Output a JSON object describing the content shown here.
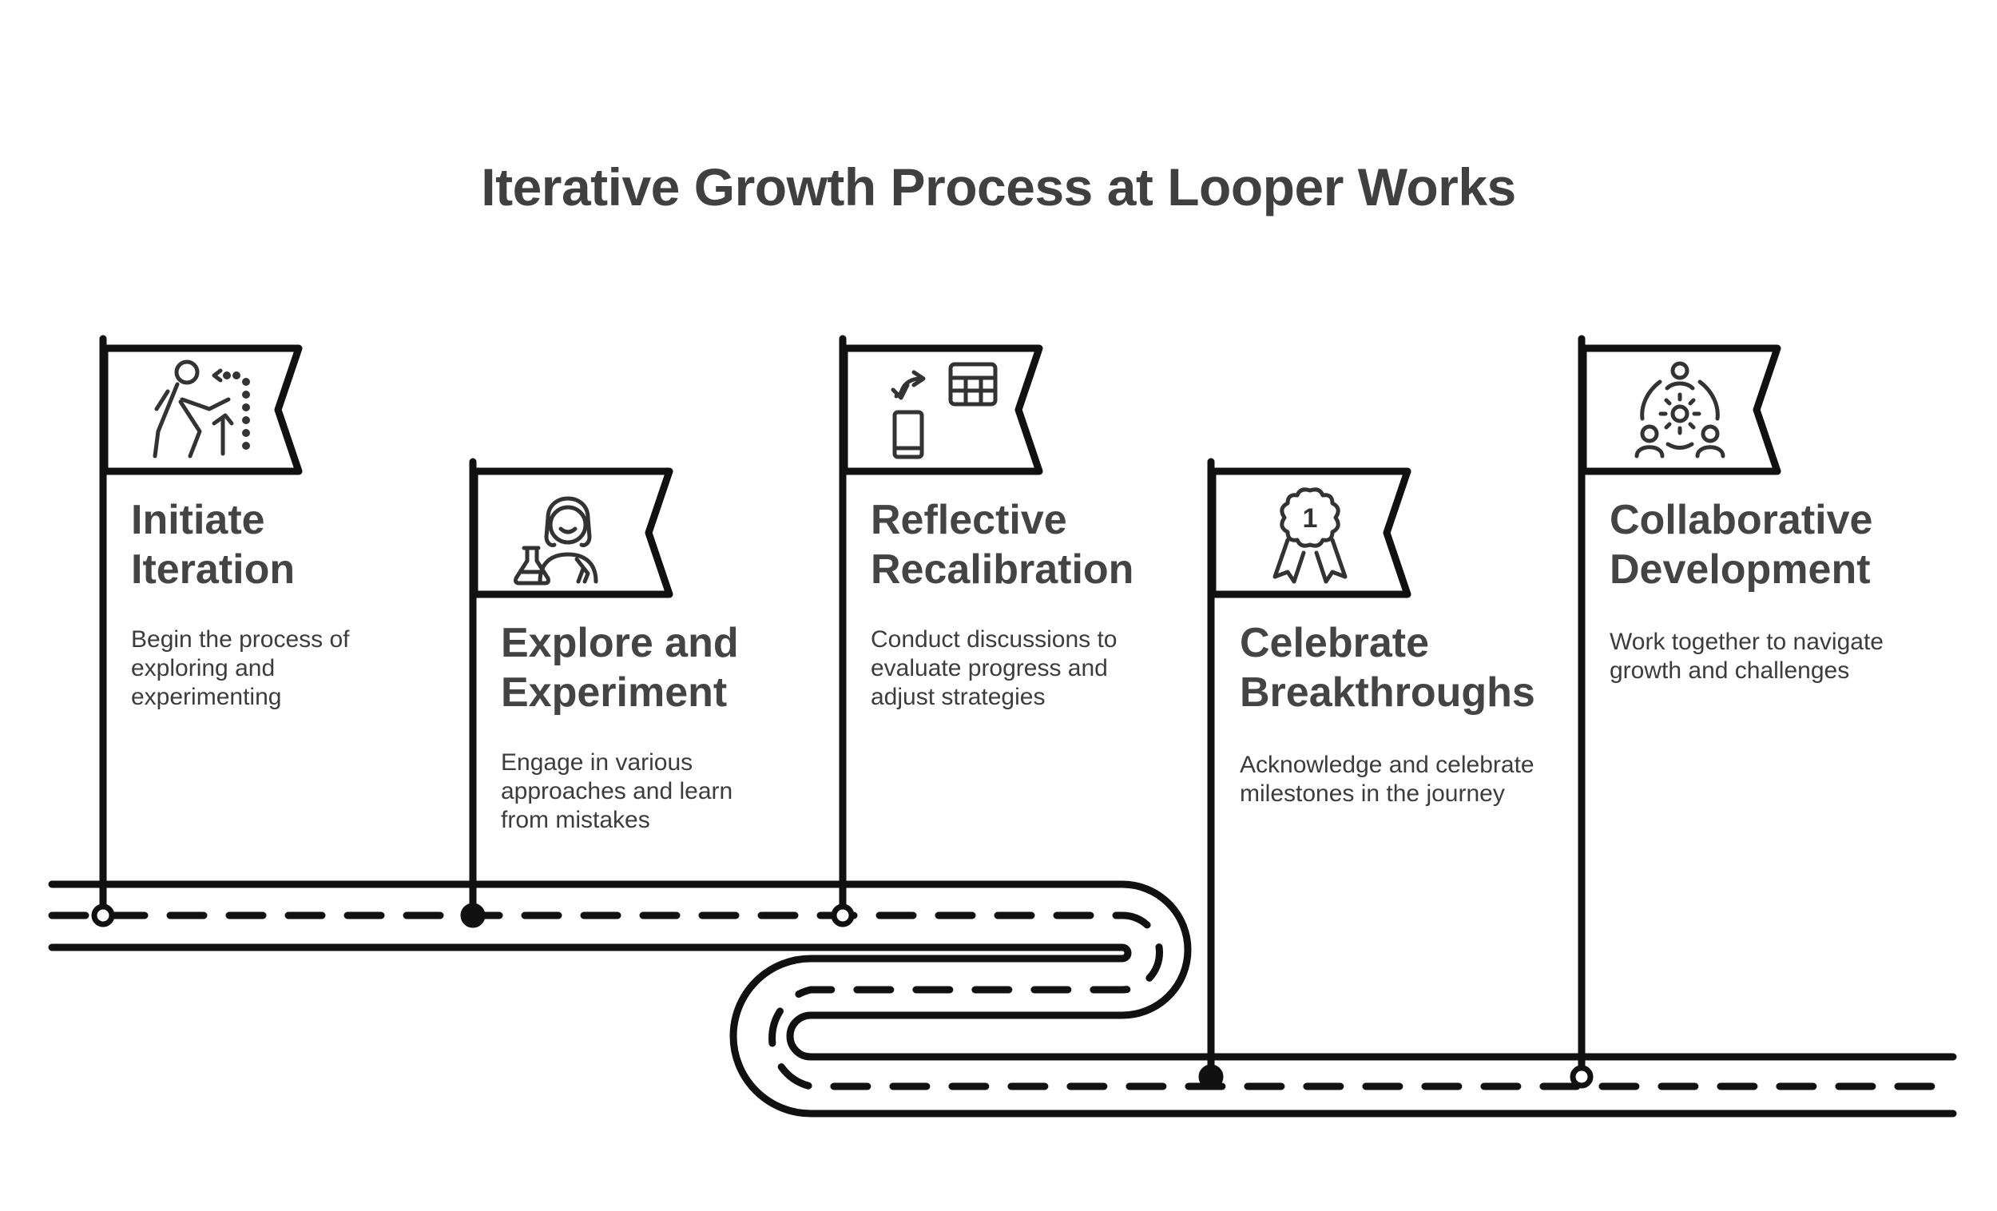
{
  "title": "Iterative Growth Process at Looper Works",
  "steps": [
    {
      "title": [
        "Initiate",
        "Iteration"
      ],
      "description": [
        "Begin the process of",
        "exploring and",
        "experimenting"
      ],
      "icon": "hiker-icon"
    },
    {
      "title": [
        "Explore and",
        "Experiment"
      ],
      "description": [
        "Engage in various",
        "approaches and learn",
        "from mistakes"
      ],
      "icon": "scientist-icon"
    },
    {
      "title": [
        "Reflective",
        "Recalibration"
      ],
      "description": [
        "Conduct discussions to",
        "evaluate progress and",
        "adjust strategies"
      ],
      "icon": "recalibrate-icon"
    },
    {
      "title": [
        "Celebrate",
        "Breakthroughs"
      ],
      "description": [
        "Acknowledge and celebrate",
        "milestones in the journey"
      ],
      "icon": "award-ribbon-icon"
    },
    {
      "title": [
        "Collaborative",
        "Development"
      ],
      "description": [
        "Work together to navigate",
        "growth and challenges"
      ],
      "icon": "team-network-icon"
    }
  ],
  "colors": {
    "stroke": "#111111",
    "text": "#444444"
  }
}
